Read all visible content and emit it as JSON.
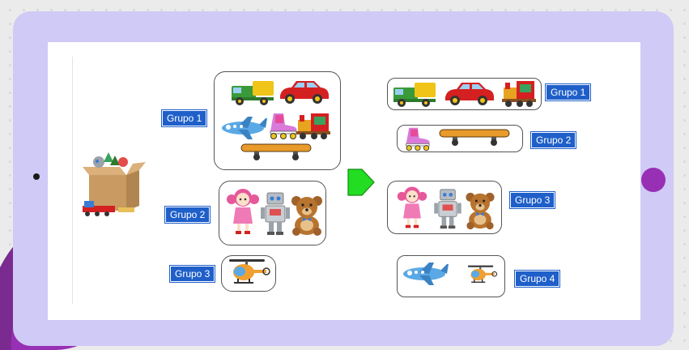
{
  "before": {
    "labels": [
      "Grupo 1",
      "Grupo 2",
      "Grupo 3"
    ]
  },
  "after": {
    "labels": [
      "Grupo 1",
      "Grupo 2",
      "Grupo 3",
      "Grupo 4"
    ]
  },
  "icons": {
    "toy_box": "toy-box-icon",
    "truck": "toy-truck-icon",
    "car": "toy-car-icon",
    "airplane": "toy-airplane-icon",
    "roller_skate": "roller-skate-icon",
    "train": "toy-train-icon",
    "skateboard": "skateboard-icon",
    "doll": "doll-icon",
    "robot": "robot-icon",
    "teddy_bear": "teddy-bear-icon",
    "helicopter": "toy-helicopter-icon",
    "arrow": "next-arrow-icon"
  },
  "colors": {
    "frame": "#cfcaf6",
    "label_bg": "#1f5fc9",
    "accent_purple": "#9730b4",
    "arrow_green": "#22dd22"
  }
}
